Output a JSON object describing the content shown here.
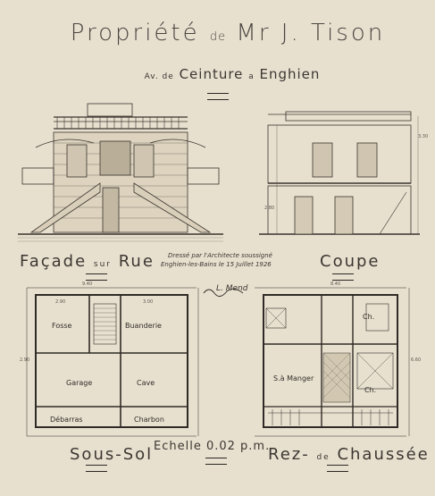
{
  "header": {
    "title_main": "Propriété",
    "title_de": "de",
    "title_mr": "Mr",
    "title_name": "J. Tison",
    "subtitle_av": "Av. de",
    "subtitle_street": "Ceinture",
    "subtitle_a": "a",
    "subtitle_town": "Enghien"
  },
  "elevations": {
    "facade_label": "Façade",
    "facade_sur": "sur",
    "facade_rue": "Rue",
    "coupe_label": "Coupe",
    "credit_line1": "Dressé par l'Architecte soussigné",
    "credit_line2": "Enghien-les-Bains le 15 Juillet 1926",
    "signature": "L. Mend"
  },
  "plans": {
    "sous_sol_label": "Sous-Sol",
    "echelle_label": "Echelle",
    "echelle_value": "0.02 p.m.",
    "rez_label": "Rez-",
    "rez_de": "de",
    "rez_chaussee": "Chaussée",
    "rooms_sous_sol": {
      "fosse": "Fosse",
      "buanderie": "Buanderie",
      "garage": "Garage",
      "cave": "Cave",
      "debarras": "Débarras",
      "charbon": "Charbon"
    },
    "rooms_rez": {
      "ch1": "Ch.",
      "s_manger": "S.à Manger",
      "ch2": "Ch."
    }
  },
  "dimensions": {
    "d1": "9.40",
    "d2": "8.40",
    "d3": "2.90",
    "d4": "3.00",
    "d5": "2.90",
    "d6": "6.60",
    "d7": "3.30",
    "d8": "2.80"
  }
}
